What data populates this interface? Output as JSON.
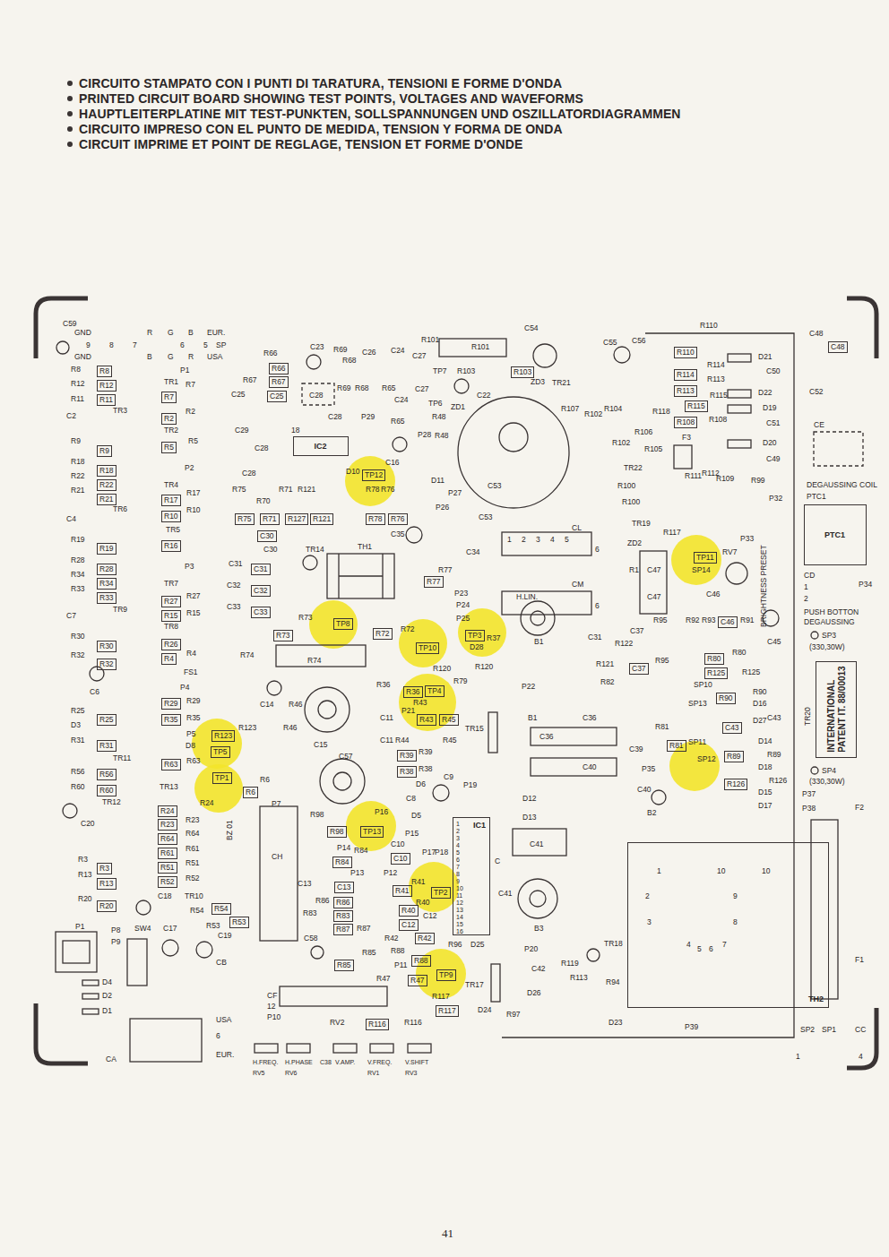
{
  "diagram": {
    "nodes": [
      {
        "text": [
          "IC2"
        ]
      },
      {
        "text": [
          "IC1"
        ]
      },
      {
        "text": [
          "TH2"
        ]
      },
      {
        "text": [
          "PTC1"
        ]
      },
      {
        "text": [
          "INTERNATIONAL",
          "PATENT IT. 88/00013"
        ]
      }
    ],
    "labels": [
      "CIRCUITO STAMPATO CON I PUNTI DI TARATURA, TENSIONI E FORME D'ONDA",
      "PRINTED CIRCUIT BOARD SHOWING TEST POINTS, VOLTAGES AND WAVEFORMS",
      "HAUPTLEITERPLATINE MIT TEST-PUNKTEN, SOLLSPANNUNGEN UND OSZILLATORDIAGRAMMEN",
      "CIRCUITO IMPRESO CON EL PUNTO DE MEDIDA, TENSION Y FORMA DE ONDA",
      "CIRCUIT IMPRIME ET POINT DE REGLAGE, TENSION ET FORME D'ONDE",
      "41",
      "C59",
      "GND",
      "R",
      "G",
      "B",
      "EUR.",
      "9",
      "8",
      "7",
      "6",
      "5",
      "SP",
      "GND",
      "B",
      "G",
      "R",
      "USA",
      "R8",
      "R8",
      "P1",
      "R12",
      "R12",
      "TR1",
      "R7",
      "R11",
      "R11",
      "R7",
      "R2",
      "C2",
      "TR3",
      "R2",
      "TR2",
      "R9",
      "R9",
      "R5",
      "R5",
      "R18",
      "R18",
      "P2",
      "R22",
      "R22",
      "TR4",
      "R17",
      "R21",
      "R21",
      "R17",
      "R10",
      "TR6",
      "C4",
      "TR5",
      "R10",
      "R19",
      "R19",
      "R16",
      "R28",
      "R28",
      "P3",
      "R34",
      "R34",
      "TR7",
      "R27",
      "R33",
      "R33",
      "R27",
      "R15",
      "C7",
      "TR9",
      "R15",
      "TR8",
      "R30",
      "R30",
      "R26",
      "R4",
      "R32",
      "R32",
      "R4",
      "C6",
      "FS1",
      "P4",
      "R29",
      "R29",
      "R35",
      "R35",
      "R25",
      "R25",
      "D3",
      "R31",
      "R31",
      "P5",
      "R123",
      "R123",
      "TP5",
      "D8",
      "R63",
      "R63",
      "TR11",
      "R56",
      "R56",
      "TR13",
      "TP1",
      "R6",
      "R6",
      "P7",
      "R60",
      "R60",
      "TR12",
      "C20",
      "R24",
      "R24",
      "R23",
      "R23",
      "R64",
      "R64",
      "R61",
      "R61",
      "R51",
      "R51",
      "R52",
      "R52",
      "BZ 01",
      "CH",
      "R3",
      "R3",
      "R13",
      "R13",
      "R20",
      "R20",
      "C18",
      "TR10",
      "R54",
      "R54",
      "R53",
      "R53",
      "P1",
      "SW4",
      "C17",
      "C19",
      "P8",
      "P9",
      "CB",
      "D4",
      "D2",
      "D1",
      "USA",
      "6",
      "EUR.",
      "CA",
      "R66",
      "R66",
      "C23",
      "R69",
      "R68",
      "C26",
      "C24",
      "C27",
      "R67",
      "R67",
      "C25",
      "C25",
      "C28",
      "C28",
      "R69",
      "R68",
      "R65",
      "C24",
      "R65",
      "P29",
      "C27",
      "TP7",
      "TP6",
      "R48",
      "ZD1",
      "C29",
      "C28",
      "18",
      "C28",
      "R101",
      "R101",
      "C54",
      "C55",
      "C56",
      "R103",
      "R103",
      "ZD3",
      "C22",
      "TR21",
      "R110",
      "R110",
      "R114",
      "R114",
      "R113",
      "R115",
      "R115",
      "R113",
      "D21",
      "C50",
      "D22",
      "C52",
      "C48",
      "C48",
      "D19",
      "C51",
      "D20",
      "C49",
      "CE",
      "DEGAUSSING COIL",
      "PTC1",
      "R118",
      "R108",
      "R108",
      "R107",
      "R102",
      "R104",
      "R106",
      "R102",
      "F3",
      "R105",
      "R111",
      "R112",
      "R109",
      "R99",
      "P32",
      "R100",
      "TR22",
      "R100",
      "C53",
      "C53",
      "CL",
      "1",
      "2",
      "3",
      "4",
      "5",
      "6",
      "CM",
      "6",
      "TR19",
      "ZD2",
      "R117",
      "R1",
      "C47",
      "C47",
      "TP11",
      "SP14",
      "RV7",
      "P33",
      "BRIGHTNESS PRESET",
      "C46",
      "R95",
      "R92",
      "R93",
      "C46",
      "R91",
      "C45",
      "C37",
      "C37",
      "H.LIN.",
      "B1",
      "P22",
      "C31",
      "R122",
      "R121",
      "R82",
      "R95",
      "R80",
      "R80",
      "R125",
      "R125",
      "SP10",
      "R90",
      "R90",
      "D16",
      "SP13",
      "D27",
      "C43",
      "C43",
      "R81",
      "R81",
      "C36",
      "B1",
      "C36",
      "C40",
      "C39",
      "D14",
      "R89",
      "R89",
      "D18",
      "SP11",
      "SP12",
      "R126",
      "R126",
      "D15",
      "D17",
      "P35",
      "B2",
      "C40",
      "D12",
      "D13",
      "C41",
      "C41",
      "B3",
      "P20",
      "C42",
      "TR18",
      "R119",
      "R113",
      "R94",
      "D26",
      "R97",
      "D23",
      "P39",
      "SP2",
      "SP1",
      "CC",
      "1",
      "4",
      "TR20",
      "SP3",
      "(330,30W)",
      "SP4",
      "(330,30W)",
      "P37",
      "P38",
      "F2",
      "F1",
      "P34",
      "CD",
      "1",
      "2",
      "PUSH BOTTON",
      "DEGAUSSING",
      "R75",
      "R75",
      "R70",
      "R71",
      "R121",
      "R71",
      "R127",
      "R121",
      "D10",
      "TP12",
      "R78",
      "R76",
      "D11",
      "C16",
      "P26",
      "R78",
      "R76",
      "C35",
      "P27",
      "P28",
      "R48",
      "C30",
      "C30",
      "C31",
      "C31",
      "C32",
      "C32",
      "C33",
      "C33",
      "TR14",
      "TH1",
      "R77",
      "R77",
      "C34",
      "P23",
      "P24",
      "P25",
      "R73",
      "TP8",
      "R72",
      "R73",
      "R72",
      "TP10",
      "D28",
      "TP3",
      "R37",
      "R74",
      "R74",
      "R120",
      "R120",
      "R79",
      "R36",
      "R36",
      "C14",
      "R46",
      "R46",
      "R43",
      "TP4",
      "R43",
      "R45",
      "R45",
      "C11",
      "C11",
      "R44",
      "P21",
      "C15",
      "C57",
      "R39",
      "R39",
      "R38",
      "R38",
      "D6",
      "C8",
      "C9",
      "P19",
      "TR15",
      "R98",
      "R98",
      "P16",
      "TP13",
      "D5",
      "P14",
      "P15",
      "C10",
      "C10",
      "R84",
      "R84",
      "P13",
      "P17",
      "P18",
      "C",
      "C13",
      "C13",
      "P12",
      "R41",
      "R41",
      "TP2",
      "R40",
      "R40",
      "R86",
      "R86",
      "R83",
      "R83",
      "R87",
      "R87",
      "C12",
      "C12",
      "R96",
      "D25",
      "C58",
      "R85",
      "R85",
      "R42",
      "R42",
      "R88",
      "R88",
      "P11",
      "TP9",
      "R47",
      "R47",
      "TR17",
      "R117",
      "R117",
      "D24",
      "CF",
      "12",
      "P10",
      "R116",
      "RV2",
      "R116",
      "H.FREQ.",
      "RV5",
      "H.PHASE",
      "RV6",
      "C38",
      "V.AMP.",
      "V.FREQ.",
      "RV1",
      "V.SHIFT",
      "RV3",
      "1",
      "2",
      "3",
      "4",
      "5",
      "6",
      "7",
      "8",
      "9",
      "10",
      "11",
      "12",
      "13",
      "14",
      "15",
      "16",
      "1",
      "10",
      "10",
      "2",
      "9",
      "3",
      "8",
      "4",
      "5",
      "6",
      "7"
    ]
  }
}
